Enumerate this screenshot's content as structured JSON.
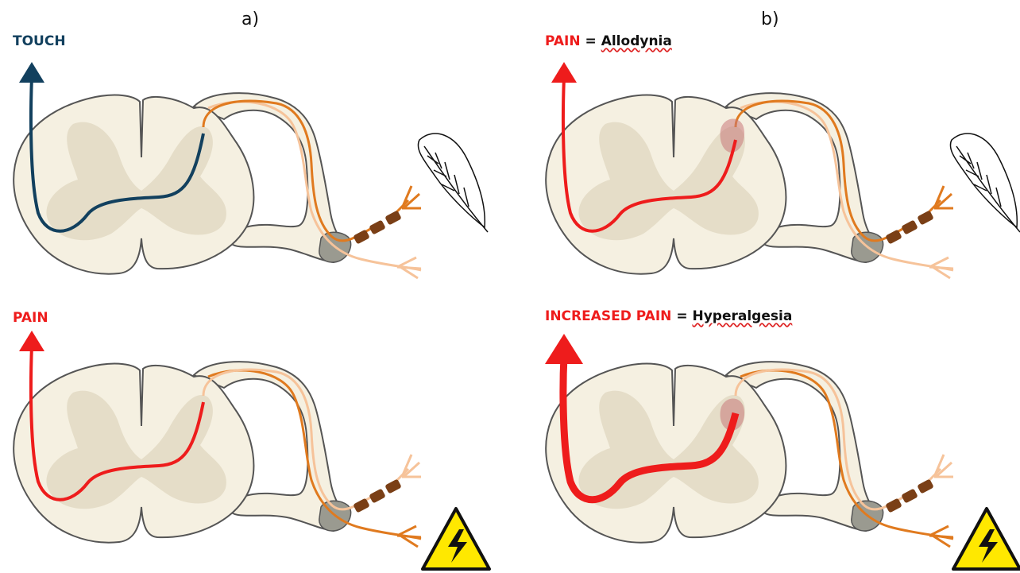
{
  "panels": {
    "a": {
      "label": "a)"
    },
    "b": {
      "label": "b)"
    }
  },
  "captions": {
    "a_top": {
      "label": "TOUCH"
    },
    "a_bottom": {
      "label": "PAIN"
    },
    "b_top": {
      "label": "PAIN",
      "equals": "=",
      "term": "Allodynia"
    },
    "b_bottom": {
      "label": "INCREASED PAIN",
      "equals": "=",
      "term": "Hyperalgesia"
    }
  },
  "colors": {
    "touch": "#12405e",
    "pain": "#ee1c1c",
    "nerve": "#e07a1f",
    "nerve_light": "#f6c39a",
    "cord": "#f5f0e1",
    "grey_matter": "#e5ddc8",
    "outline": "#555555",
    "myelin": "#7a3f16",
    "ganglion": "#9a9a90",
    "warning": "#ffe800"
  },
  "icons": {
    "stimulus_touch": "feather-icon",
    "stimulus_pain": "high-voltage-warning-icon"
  }
}
